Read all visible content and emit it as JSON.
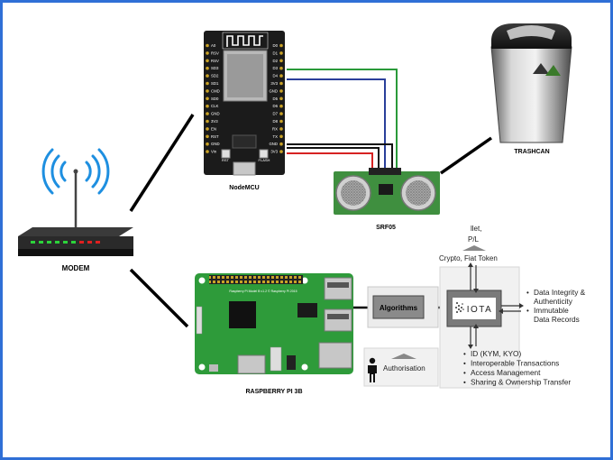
{
  "labels": {
    "modem": "MODEM",
    "nodemcu": "NodeMCU",
    "srf05": "SRF05",
    "trashcan": "TRASHCAN",
    "raspberry": "RASPBERRY PI 3B"
  },
  "nodemcu_pins": {
    "left": [
      "A0",
      "RSV",
      "RSV",
      "SD3",
      "SD2",
      "SD1",
      "CMD",
      "SD0",
      "CLK",
      "GND",
      "3V3",
      "EN",
      "RST",
      "GND",
      "Vin"
    ],
    "right": [
      "D0",
      "D1",
      "D2",
      "D3",
      "D4",
      "3V3",
      "GND",
      "D5",
      "D6",
      "D7",
      "D8",
      "RX",
      "TX",
      "GND",
      "3V3"
    ],
    "buttons": [
      "RST",
      "FLASH"
    ]
  },
  "pi": {
    "board_text": "Raspberry Pi Model B v1.2 © Raspberry Pi 2015"
  },
  "flow": {
    "algorithms": "Algorithms",
    "iota": "IOTA",
    "wallet_top": "llet,",
    "wallet_bottom": "P/L",
    "crypto": "Crypto, Fiat Token",
    "authorisation": "Authorisation",
    "right_bullets": [
      "Data Integrity &",
      "Authenticity",
      "Immutable",
      "Data Records"
    ],
    "bottom_bullets": [
      "ID (KYM, KYO)",
      "Interoperable Transactions",
      "Access Management",
      "Sharing & Ownership Transfer"
    ]
  },
  "colors": {
    "frame": "#2f6fd6",
    "pcb_dark": "#1b1b1b",
    "pi_green": "#2e9b3a",
    "sensor_green": "#3f8f3f",
    "wire_green": "#2a9a3a",
    "wire_blue": "#2a3f9a",
    "wire_red": "#d62222",
    "wire_black": "#111111"
  }
}
